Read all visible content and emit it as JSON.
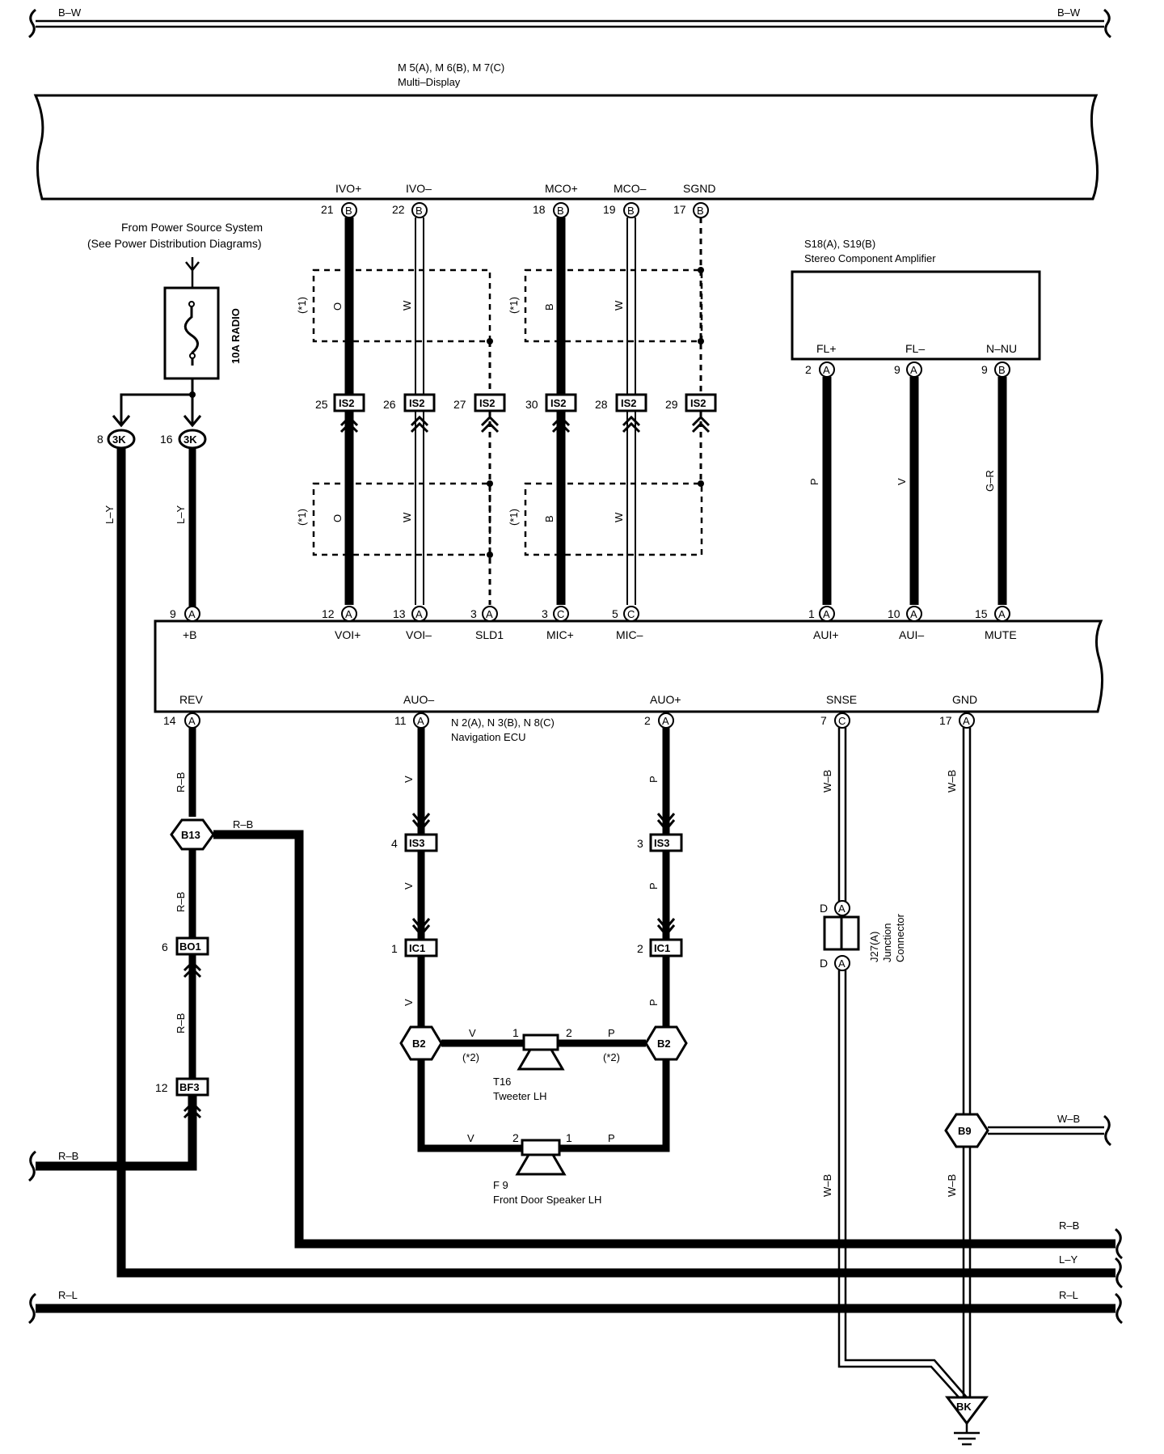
{
  "top_bus": {
    "left_label": "B–W",
    "right_label": "B–W"
  },
  "multi_display": {
    "refs": "M 5(A), M 6(B), M 7(C)",
    "name": "Multi–Display"
  },
  "power_source": {
    "line1": "From Power Source System",
    "line2": "(See Power Distribution Diagrams)"
  },
  "fuse": {
    "label": "10A RADIO"
  },
  "amplifier": {
    "refs": "S18(A), S19(B)",
    "name": "Stereo Component Amplifier"
  },
  "display_pins": [
    {
      "num": "21",
      "conn": "B",
      "sig": "IVO+",
      "color": "O"
    },
    {
      "num": "22",
      "conn": "B",
      "sig": "IVO–",
      "color": "W"
    },
    {
      "num": "18",
      "conn": "B",
      "sig": "MCO+",
      "color": "B"
    },
    {
      "num": "19",
      "conn": "B",
      "sig": "MCO–",
      "color": "W"
    },
    {
      "num": "17",
      "conn": "B",
      "sig": "SGND",
      "color": ""
    }
  ],
  "shield_note": "(*1)",
  "is2_connectors": [
    {
      "num": "25",
      "name": "IS2"
    },
    {
      "num": "26",
      "name": "IS2"
    },
    {
      "num": "27",
      "name": "IS2"
    },
    {
      "num": "30",
      "name": "IS2"
    },
    {
      "num": "28",
      "name": "IS2"
    },
    {
      "num": "29",
      "name": "IS2"
    }
  ],
  "amp_pins": [
    {
      "num": "2",
      "conn": "A",
      "sig": "FL+",
      "color": "P"
    },
    {
      "num": "9",
      "conn": "A",
      "sig": "FL–",
      "color": "V"
    },
    {
      "num": "9",
      "conn": "B",
      "sig": "N–NU",
      "color": "G–R"
    }
  ],
  "junction_3k": [
    {
      "num": "8",
      "name": "3K",
      "color": "L–Y"
    },
    {
      "num": "16",
      "name": "3K",
      "color": "L–Y"
    }
  ],
  "nav_top_pins": [
    {
      "num": "9",
      "conn": "A",
      "sig": "+B"
    },
    {
      "num": "12",
      "conn": "A",
      "sig": "VOI+"
    },
    {
      "num": "13",
      "conn": "A",
      "sig": "VOI–"
    },
    {
      "num": "3",
      "conn": "A",
      "sig": "SLD1"
    },
    {
      "num": "3",
      "conn": "C",
      "sig": "MIC+"
    },
    {
      "num": "5",
      "conn": "C",
      "sig": "MIC–"
    },
    {
      "num": "1",
      "conn": "A",
      "sig": "AUI+"
    },
    {
      "num": "10",
      "conn": "A",
      "sig": "AUI–"
    },
    {
      "num": "15",
      "conn": "A",
      "sig": "MUTE"
    }
  ],
  "nav_bottom_pins": [
    {
      "num": "14",
      "conn": "A",
      "sig": "REV",
      "color": "R–B"
    },
    {
      "num": "11",
      "conn": "A",
      "sig": "AUO–",
      "color": "V"
    },
    {
      "num": "2",
      "conn": "A",
      "sig": "AUO+",
      "color": "P"
    },
    {
      "num": "7",
      "conn": "C",
      "sig": "SNSE",
      "color": "W–B"
    },
    {
      "num": "17",
      "conn": "A",
      "sig": "GND",
      "color": "W–B"
    }
  ],
  "nav_ecu": {
    "refs": "N 2(A), N 3(B), N 8(C)",
    "name": "Navigation ECU"
  },
  "b13": {
    "name": "B13",
    "branch_color": "R–B"
  },
  "bo1": {
    "num": "6",
    "name": "BO1",
    "color": "R–B"
  },
  "bf3": {
    "num": "12",
    "name": "BF3",
    "color": "R–B"
  },
  "is3": [
    {
      "num": "4",
      "name": "IS3",
      "color": "V"
    },
    {
      "num": "3",
      "name": "IS3",
      "color": "P"
    }
  ],
  "ic1": [
    {
      "num": "1",
      "name": "IC1",
      "color": "V"
    },
    {
      "num": "2",
      "name": "IC1",
      "color": "P"
    }
  ],
  "b2": {
    "name": "B2"
  },
  "tweeter": {
    "ref": "T16",
    "name": "Tweeter LH",
    "pin1": "1",
    "pin2": "2",
    "color_left": "V",
    "color_right": "P",
    "note": "(*2)"
  },
  "door_speaker": {
    "ref": "F 9",
    "name": "Front Door Speaker LH",
    "pin_left": "2",
    "pin_right": "1",
    "color_left": "V",
    "color_right": "P"
  },
  "j27": {
    "refs": "J27(A)",
    "line2": "Junction",
    "line3": "Connector",
    "pin": "D",
    "conn": "A"
  },
  "b9": {
    "name": "B9",
    "branch_color": "W–B"
  },
  "ground": {
    "name": "BK"
  },
  "left_bus": {
    "color": "R–B"
  },
  "right_buses": [
    {
      "label": "R–B"
    },
    {
      "label": "L–Y"
    },
    {
      "label": "R–L"
    }
  ],
  "bottom_bus": {
    "left_label": "R–L"
  }
}
